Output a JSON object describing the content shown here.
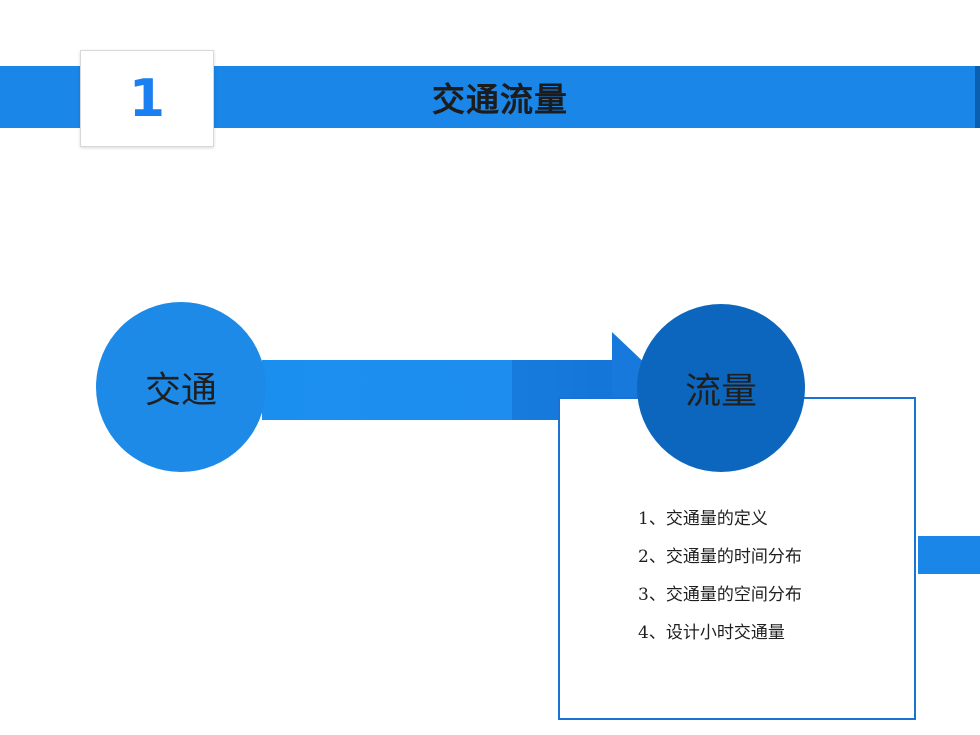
{
  "header": {
    "number": "1",
    "title": "交通流量"
  },
  "circles": {
    "left_label": "交通",
    "right_label": "流量"
  },
  "topics": [
    "1、交通量的定义",
    "2、交通量的时间分布",
    "3、交通量的空间分布",
    "4、设计小时交通量"
  ],
  "colors": {
    "accent_blue": "#1a86e8",
    "dark_blue": "#0d66be",
    "number_blue": "#1a7ff0"
  }
}
